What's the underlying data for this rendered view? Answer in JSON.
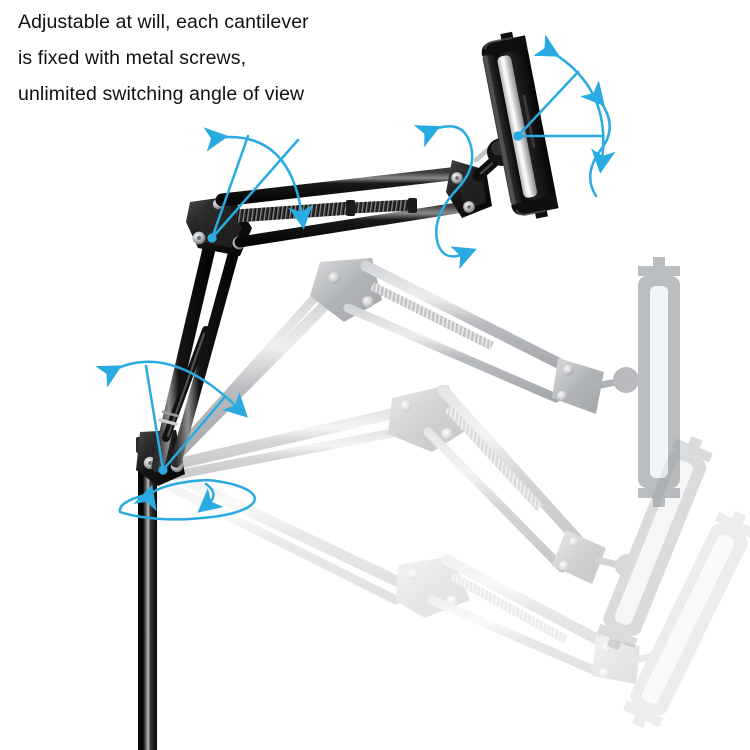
{
  "caption": {
    "lines": [
      "Adjustable at will, each cantilever",
      "is fixed with metal screws,",
      "unlimited switching angle of view"
    ]
  },
  "colors": {
    "background": "#ffffff",
    "text": "#111111",
    "arm_black": "#0d0d0d",
    "arm_black_highlight": "#6e6e6e",
    "joint_plate": "#1a1a1a",
    "screw_silver": "#c9ccd1",
    "accent_cyan": "#29abe2",
    "ghost_dark_grey": "#8d9196",
    "ghost_mid_grey": "#b6babe",
    "ghost_light_grey": "#dcdee0",
    "pole_black": "#0a0a0a",
    "pole_highlight": "#9a9a9a"
  },
  "product": {
    "name": "adjustable cantilever tablet stand",
    "parts": [
      {
        "id": "pole",
        "label": "vertical mounting pole"
      },
      {
        "id": "base-joint",
        "label": "base pivot joint"
      },
      {
        "id": "lower-arm",
        "label": "lower cantilever arm"
      },
      {
        "id": "elbow-joint",
        "label": "elbow pivot joint"
      },
      {
        "id": "upper-arm",
        "label": "upper cantilever arm with tension spring"
      },
      {
        "id": "wrist-joint",
        "label": "wrist pivot joint"
      },
      {
        "id": "ball-knuckle",
        "label": "ball joint knuckle"
      },
      {
        "id": "cradle",
        "label": "tablet cradle clamp"
      }
    ]
  },
  "ghosts": [
    {
      "id": "ghost-1",
      "label": "mid position silhouette",
      "opacity": 0.55
    },
    {
      "id": "ghost-2",
      "label": "lower position silhouette",
      "opacity": 0.33
    },
    {
      "id": "ghost-3",
      "label": "lowest position silhouette",
      "opacity": 0.18
    }
  ],
  "motion_indicators": [
    {
      "id": "arc-elbow",
      "label": "elbow swing arc",
      "type": "fan-arc",
      "double_headed": true
    },
    {
      "id": "arc-base",
      "label": "base swing arc",
      "type": "fan-arc",
      "double_headed": true
    },
    {
      "id": "arc-cradle",
      "label": "cradle tilt arc",
      "type": "fan-arc",
      "double_headed": true
    },
    {
      "id": "arc-wrist",
      "label": "arm axial twist",
      "type": "loop-arc",
      "double_headed": true
    },
    {
      "id": "arc-pole",
      "label": "360 degree pole rotation",
      "type": "ellipse",
      "double_headed": true
    }
  ]
}
